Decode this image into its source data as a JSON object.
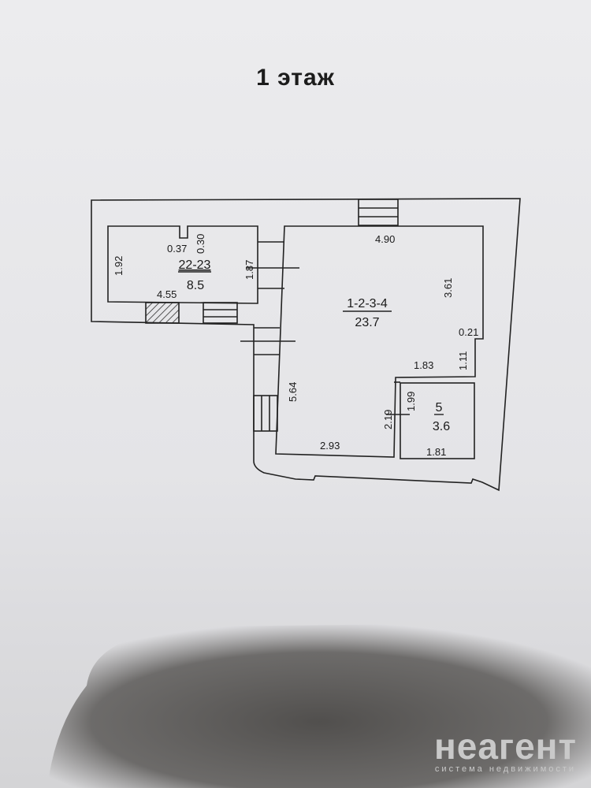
{
  "title": "1 этаж",
  "rooms": [
    {
      "id": "22-23",
      "area": "8.5"
    },
    {
      "id": "1-2-3-4",
      "area": "23.7"
    },
    {
      "id": "5",
      "area": "3.6"
    }
  ],
  "dimensions": {
    "d037": "0.37",
    "d030": "0.30",
    "d192": "1.92",
    "d187": "1.87",
    "d455": "4.55",
    "d490": "4.90",
    "d361": "3.61",
    "d021": "0.21",
    "d111": "1.11",
    "d183": "1.83",
    "d564": "5.64",
    "d219": "2.19",
    "d199": "1.99",
    "d293": "2.93",
    "d181": "1.81"
  },
  "watermark": {
    "name": "неагент",
    "tagline": "система недвижимости"
  }
}
